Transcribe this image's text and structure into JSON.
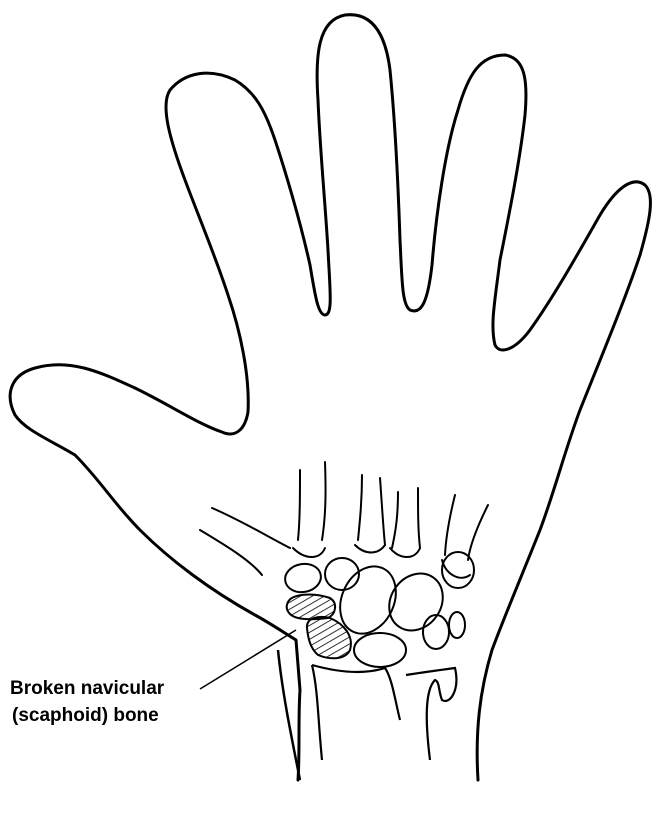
{
  "diagram": {
    "callout": {
      "line1": "Broken navicular",
      "line2": "(scaphoid) bone"
    },
    "colors": {
      "ink": "#000000",
      "background": "#ffffff"
    },
    "highlighted_bone": "scaphoid",
    "highlight_style": "diagonal-hatch"
  }
}
